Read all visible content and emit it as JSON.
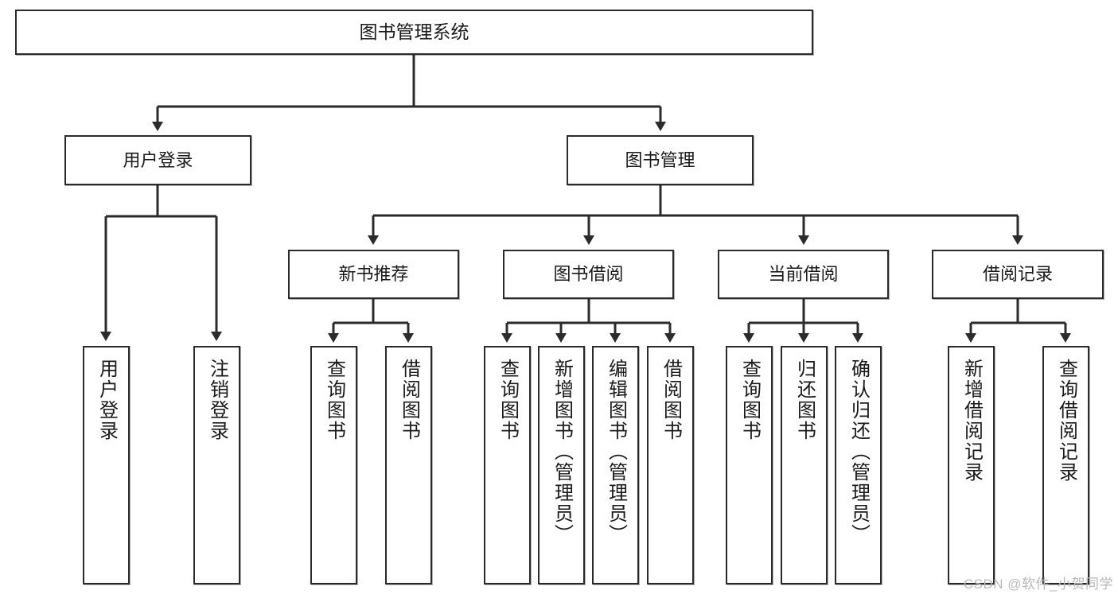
{
  "diagram": {
    "type": "tree-hierarchy-chart",
    "title_node": "图书管理系统",
    "watermark": "CSDN @软件_小贺同学",
    "colors": {
      "stroke": "#2b2b2b",
      "fill": "#ffffff",
      "text": "#1a1a1a",
      "watermark": "#b9b9b9"
    },
    "nodes": {
      "root": {
        "label": "图书管理系统"
      },
      "level1": [
        {
          "id": "user-login",
          "label": "用户登录"
        },
        {
          "id": "book-management",
          "label": "图书管理"
        }
      ],
      "level2": [
        {
          "id": "new-book-recommend",
          "label": "新书推荐"
        },
        {
          "id": "book-borrow",
          "label": "图书借阅"
        },
        {
          "id": "current-borrow",
          "label": "当前借阅"
        },
        {
          "id": "borrow-record",
          "label": "借阅记录"
        }
      ],
      "leaves": [
        {
          "id": "leaf-user-login",
          "label": "用户登录",
          "parent": "user-login"
        },
        {
          "id": "leaf-logout-login",
          "label": "注销登录",
          "parent": "user-login"
        },
        {
          "id": "leaf-query-book-1",
          "label": "查询图书",
          "parent": "new-book-recommend"
        },
        {
          "id": "leaf-borrow-book-1",
          "label": "借阅图书",
          "parent": "new-book-recommend"
        },
        {
          "id": "leaf-query-book-2",
          "label": "查询图书",
          "parent": "book-borrow"
        },
        {
          "id": "leaf-add-book",
          "label": "新增图书（管理员）",
          "parent": "book-borrow"
        },
        {
          "id": "leaf-edit-book",
          "label": "编辑图书（管理员）",
          "parent": "book-borrow"
        },
        {
          "id": "leaf-borrow-book-2",
          "label": "借阅图书",
          "parent": "book-borrow"
        },
        {
          "id": "leaf-query-book-3",
          "label": "查询图书",
          "parent": "current-borrow"
        },
        {
          "id": "leaf-return-book",
          "label": "归还图书",
          "parent": "current-borrow"
        },
        {
          "id": "leaf-confirm-return",
          "label": "确认归还（管理员）",
          "parent": "current-borrow"
        },
        {
          "id": "leaf-add-borrow-record",
          "label": "新增借阅记录",
          "parent": "borrow-record"
        },
        {
          "id": "leaf-query-borrow-record",
          "label": "查询借阅记录",
          "parent": "borrow-record"
        }
      ]
    }
  }
}
